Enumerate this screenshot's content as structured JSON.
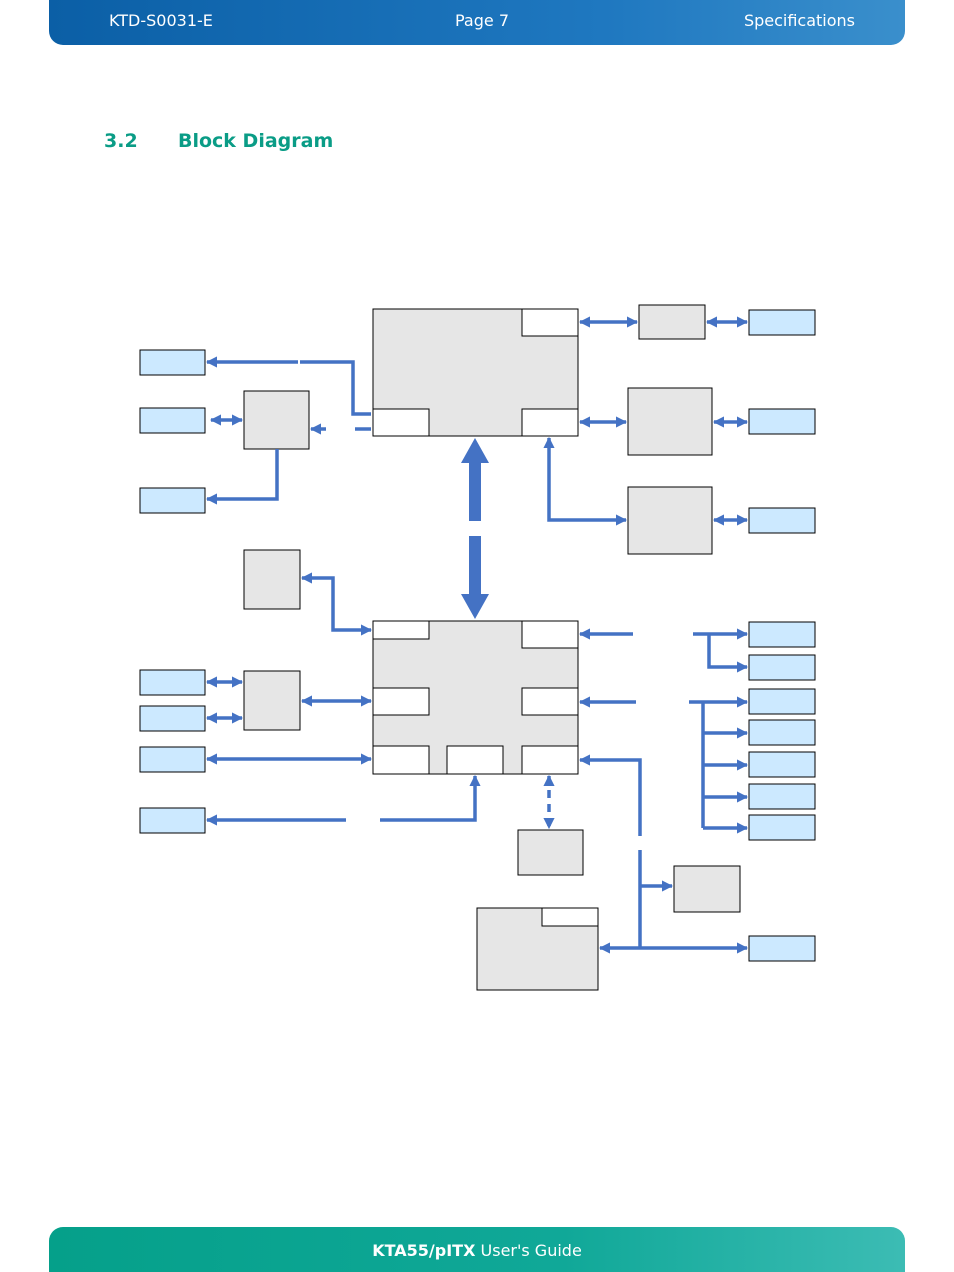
{
  "header": {
    "doc_id": "KTD-S0031-E",
    "page": "Page 7",
    "chapter": "Specifications"
  },
  "section": {
    "number": "3.2",
    "title": "Block Diagram"
  },
  "footer": {
    "product": "KTA55/pITX",
    "guide": "User's Guide"
  },
  "colors": {
    "header_blue": "#1f78c0",
    "footer_teal": "#10a898",
    "heading_teal": "#0a9c86",
    "arrow_blue": "#4472c4",
    "block_gray": "#e6e6e6",
    "connector_light_blue": "#cce9ff"
  }
}
